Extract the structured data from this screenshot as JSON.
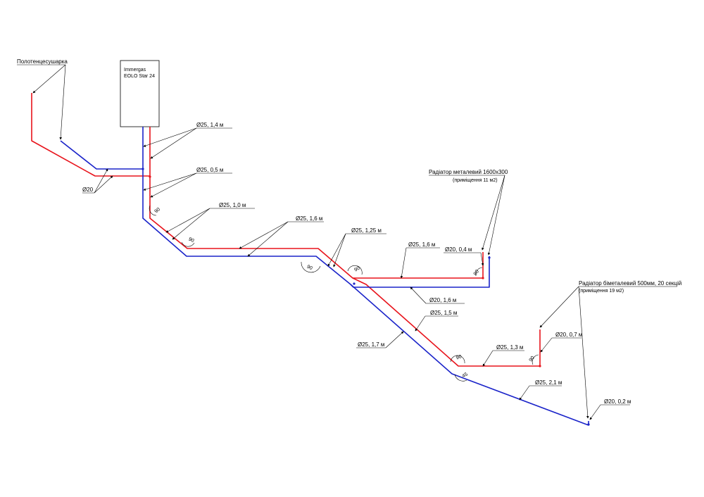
{
  "boiler": {
    "line1": "Immergas",
    "line2": "EOLO Star 24"
  },
  "towel_dryer": "Полотенцесушарка",
  "radiator1": {
    "line1": "Радіатор металевий 1600х300",
    "line2": "(приміщення 11 м2)"
  },
  "radiator2": {
    "line1": "Радіатор біметалевий 500мм, 20 секцій",
    "line2": "(приміщення 19 м2)"
  },
  "pipe_labels": {
    "d20_towel": "Ø20",
    "d25_1_4": "Ø25, 1,4 м",
    "d25_0_5": "Ø25, 0,5 м",
    "d25_1_0": "Ø25, 1,0 м",
    "d25_1_6a": "Ø25, 1,6 м",
    "d25_1_25": "Ø25, 1,25 м",
    "d25_1_6b": "Ø25, 1,6 м",
    "d20_0_4": "Ø20, 0,4 м",
    "d20_1_6": "Ø20, 1,6 м",
    "d25_1_5": "Ø25, 1,5 м",
    "d25_1_7": "Ø25, 1,7 м",
    "d25_1_3": "Ø25, 1,3 м",
    "d20_0_7": "Ø20, 0,7 м",
    "d25_2_1": "Ø25, 2,1 м",
    "d20_0_2": "Ø20, 0,2 м"
  },
  "angles": {
    "a1": "90",
    "a2": "90",
    "a3": "90",
    "a4": "90",
    "a5": "90",
    "a6": "90",
    "a7": "90",
    "a8": "45"
  },
  "colors": {
    "supply": "#e8141c",
    "return": "#1a23c9",
    "annotation": "#000000"
  }
}
